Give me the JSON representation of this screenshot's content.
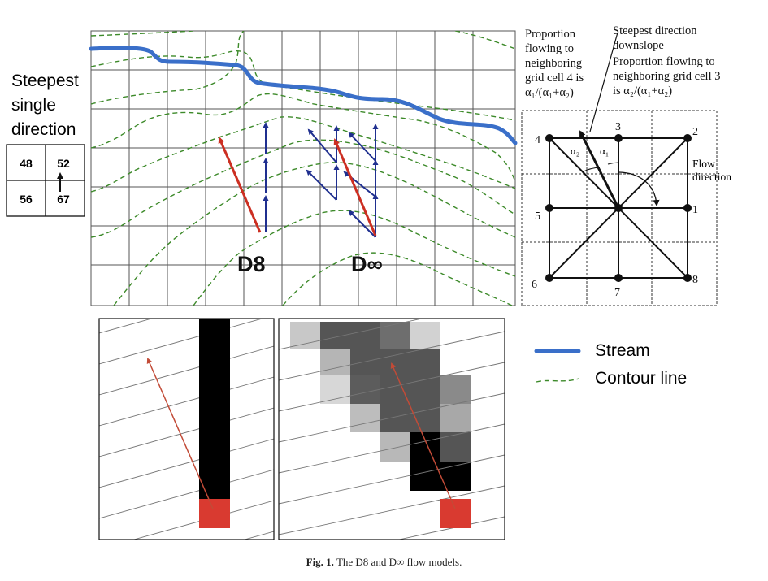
{
  "left_label": {
    "lines": [
      "Steepest",
      "single",
      "direction"
    ],
    "cells": [
      "48",
      "52",
      "56",
      "67"
    ]
  },
  "top_map": {
    "d8_label": "D8",
    "dinf_label": "D∞"
  },
  "annotations": {
    "prop4_lines": [
      "Proportion",
      "flowing to",
      "neighboring",
      "grid cell 4 is",
      "α₁/(α₁+α₂)"
    ],
    "steepest_lines": [
      "Steepest direction",
      "downslope"
    ],
    "prop3_lines": [
      "Proportion flowing to",
      "neighboring grid cell 3",
      "is α₂/(α₁+α₂)"
    ]
  },
  "stencil": {
    "node_labels": [
      "1",
      "2",
      "3",
      "4",
      "5",
      "6",
      "7",
      "8"
    ],
    "alpha1": "α₁",
    "alpha2": "α₂",
    "flow_lines": [
      "Flow",
      "direction"
    ]
  },
  "legend": {
    "stream": "Stream",
    "contour": "Contour line",
    "stream_color": "#3a6fc9",
    "contour_color": "#3d8a2a"
  },
  "colors": {
    "d8_arrow": "#cc2f22",
    "dinf_arrows": "#1f2f8f",
    "outlet_cell": "#d93a30"
  },
  "caption": {
    "label": "Fig. 1.",
    "text": "The D8 and D∞ flow models."
  }
}
